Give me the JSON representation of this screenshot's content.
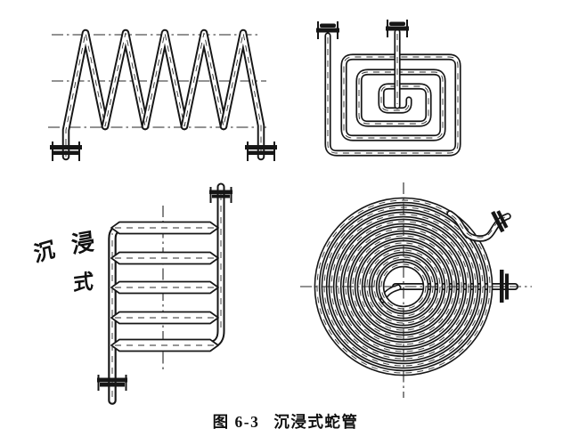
{
  "page": {
    "background_color": "#ffffff",
    "ink_color": "#161616"
  },
  "caption": {
    "figure_number": "图 6-3",
    "title": "沉浸式蛇管"
  },
  "handwritten_note": {
    "text": "沉浸式",
    "chars": [
      "沉",
      "浸",
      "式"
    ]
  }
}
